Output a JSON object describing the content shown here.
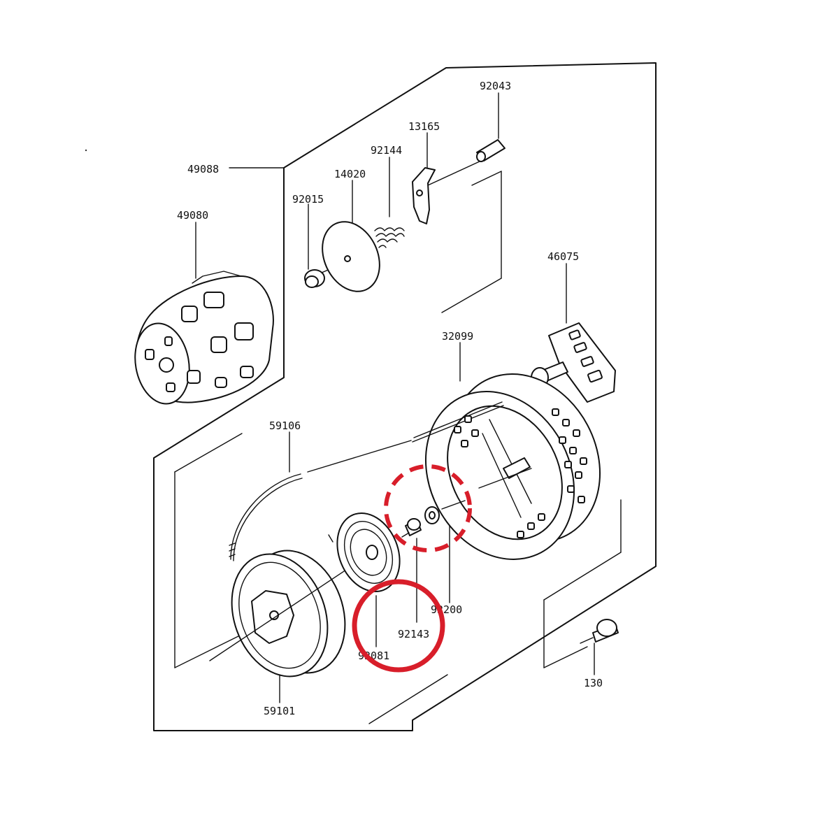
{
  "diagram": {
    "parts": [
      {
        "id": "p49088",
        "label": "49088"
      },
      {
        "id": "p49080",
        "label": "49080"
      },
      {
        "id": "p92015",
        "label": "92015"
      },
      {
        "id": "p14020",
        "label": "14020"
      },
      {
        "id": "p92144",
        "label": "92144"
      },
      {
        "id": "p13165",
        "label": "13165"
      },
      {
        "id": "p92043",
        "label": "92043"
      },
      {
        "id": "p46075",
        "label": "46075"
      },
      {
        "id": "p32099",
        "label": "32099"
      },
      {
        "id": "p59106",
        "label": "59106"
      },
      {
        "id": "p92200",
        "label": "92200"
      },
      {
        "id": "p92143",
        "label": "92143"
      },
      {
        "id": "p92081",
        "label": "92081"
      },
      {
        "id": "p59101",
        "label": "59101"
      },
      {
        "id": "p130",
        "label": "130"
      }
    ],
    "highlights": [
      {
        "part": "92143",
        "style": "solid",
        "color": "#d81e2a"
      },
      {
        "part": "92200",
        "style": "dashed",
        "color": "#d81e2a"
      }
    ]
  }
}
